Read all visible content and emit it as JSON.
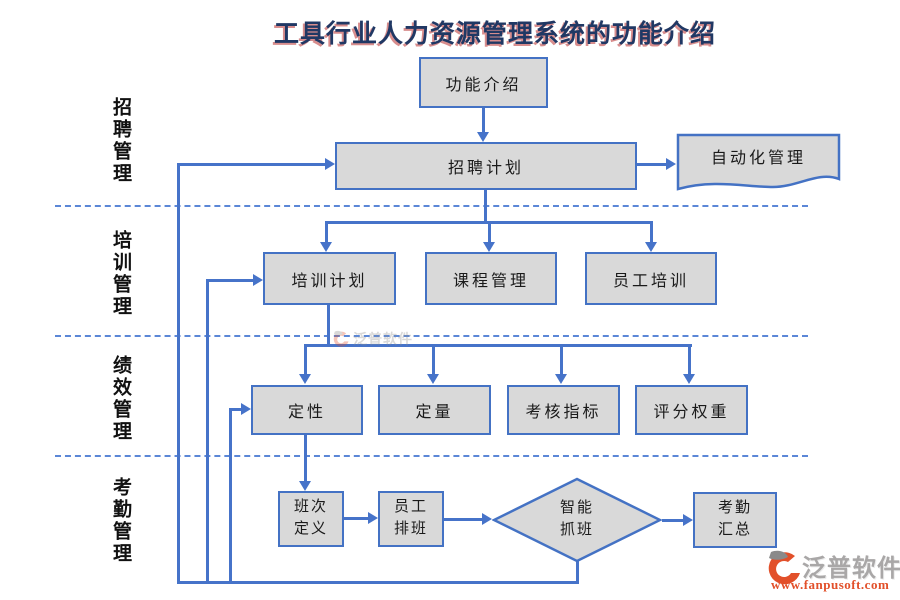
{
  "title": "工具行业人力资源管理系统的功能介绍",
  "sections": {
    "recruitment": "招聘管理",
    "training": "培训管理",
    "performance": "绩效管理",
    "attendance": "考勤管理"
  },
  "nodes": {
    "intro": "功能介绍",
    "recruit_plan": "招聘计划",
    "automation": "自动化管理",
    "training_plan": "培训计划",
    "course_mgmt": "课程管理",
    "employee_training": "员工培训",
    "qualitative": "定性",
    "quantitative": "定量",
    "kpi": "考核指标",
    "score_weight": "评分权重",
    "shift_def": "班次\n定义",
    "emp_sched": "员工\n排班",
    "smart_grab": "智能\n抓班",
    "att_summary": "考勤\n汇总"
  },
  "watermark": {
    "brand": "泛普软件"
  },
  "logo": {
    "brand": "泛普软件",
    "url": "www.fanpusoft.com"
  },
  "colors": {
    "connector": "#4673c9",
    "box_fill": "#d9d9d9",
    "box_border": "#4472c4",
    "title": "#203864",
    "accent_red": "#e2502a"
  }
}
